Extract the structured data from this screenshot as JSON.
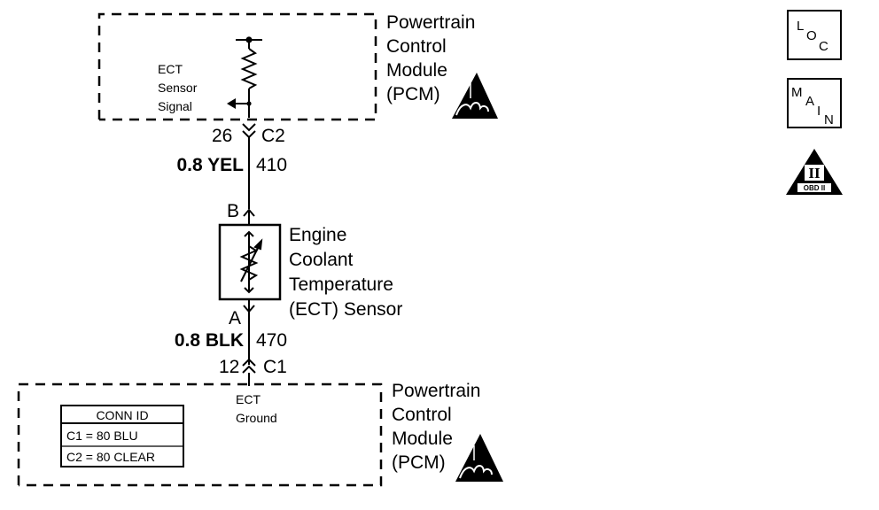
{
  "pcm_top": {
    "title_lines": [
      "Powertrain",
      "Control",
      "Module",
      "(PCM)"
    ],
    "signal_label_lines": [
      "ECT",
      "Sensor",
      "Signal"
    ]
  },
  "connector_c2": {
    "pin": "26",
    "name": "C2"
  },
  "wire_signal": {
    "gauge_color": "0.8 YEL",
    "circuit": "410"
  },
  "sensor": {
    "pin_b": "B",
    "pin_a": "A",
    "name_lines": [
      "Engine",
      "Coolant",
      "Temperature",
      "(ECT) Sensor"
    ]
  },
  "wire_ground": {
    "gauge_color": "0.8 BLK",
    "circuit": "470"
  },
  "connector_c1": {
    "pin": "12",
    "name": "C1"
  },
  "pcm_bottom": {
    "ground_label_lines": [
      "ECT",
      "Ground"
    ],
    "title_lines": [
      "Powertrain",
      "Control",
      "Module",
      "(PCM)"
    ]
  },
  "conn_id": {
    "header": "CONN ID",
    "rows": [
      "C1 = 80 BLU",
      "C2 = 80 CLEAR"
    ]
  },
  "side_icons": {
    "loc": {
      "letters": [
        "L",
        "O",
        "C"
      ]
    },
    "main": {
      "letters": [
        "M",
        "A",
        "I",
        "N"
      ]
    },
    "obd": {
      "numeral": "II",
      "text": "OBD II"
    }
  },
  "icons": {
    "esd_top": "esd-warning-icon",
    "esd_bottom": "esd-warning-icon",
    "loc": "component-locator-icon",
    "main": "main-schematic-icon",
    "obd": "obd-ii-icon"
  }
}
